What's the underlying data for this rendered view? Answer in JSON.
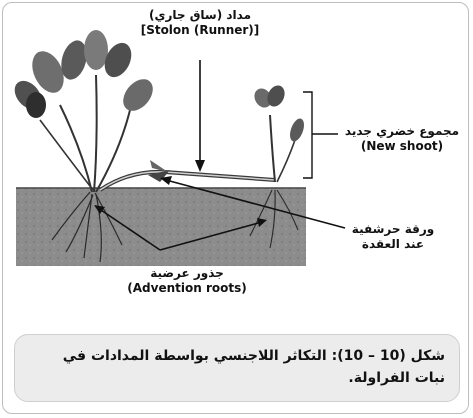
{
  "labels": {
    "stolon": {
      "ar": "مداد  (ساق جاري)",
      "en": "[Stolon (Runner)]"
    },
    "new_shoot": {
      "ar": "مجموع خضري جديد",
      "en": "(New shoot)"
    },
    "scale_leaf": {
      "ar_line1": "ورقة حرشفية",
      "ar_line2": "عند العقدة"
    },
    "roots": {
      "ar": "جذور عرضية",
      "en": "(Advention roots)"
    }
  },
  "caption": "شكل (10 – 10): التكاثر اللاجنسي بواسطة المدادات في نبات الفراولة."
}
